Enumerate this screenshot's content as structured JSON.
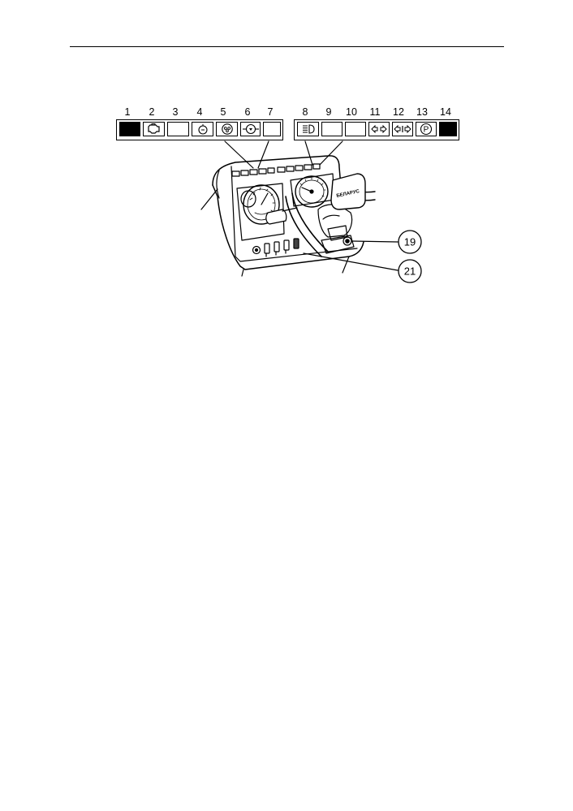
{
  "indicator_numbers": [
    "1",
    "2",
    "3",
    "4",
    "5",
    "6",
    "7",
    "8",
    "9",
    "10",
    "11",
    "12",
    "13",
    "14"
  ],
  "callouts": [
    "19",
    "21"
  ],
  "brand_plate": "БЕЛАРУС",
  "parking_symbol": "P",
  "colors": {
    "ink": "#000000",
    "paper": "#ffffff"
  }
}
